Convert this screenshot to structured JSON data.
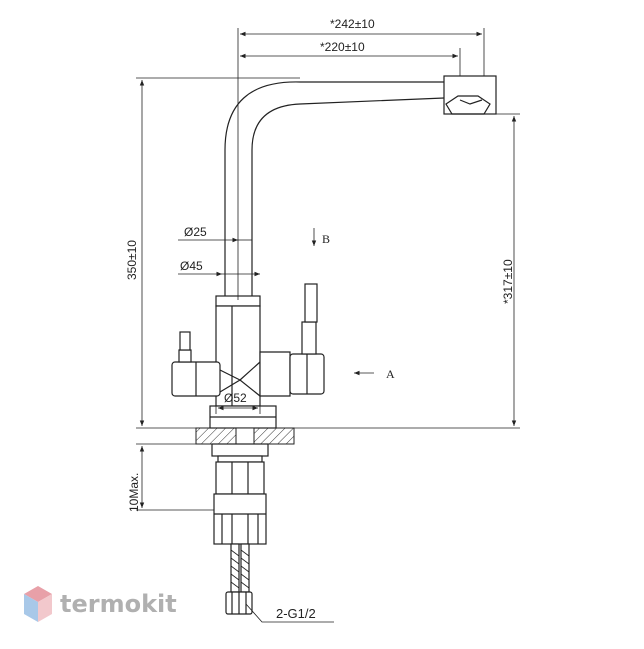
{
  "dimensions": {
    "overall_reach": "*242±10",
    "spout_reach": "*220±10",
    "total_height": "350±10",
    "spout_height": "*317±10",
    "body_diameter": "Ø25",
    "base_diameter": "Ø45",
    "handle_diameter": "Ø52",
    "max_deck_thickness": "10Max.",
    "connection": "2-G1/2"
  },
  "view_labels": {
    "view_a": "A",
    "view_b": "B"
  },
  "logo": {
    "text": "termokit",
    "text_color": "#b0b0b0",
    "mark_colors": [
      "#e8a0a8",
      "#a8c8e8",
      "#f2c8cc"
    ]
  }
}
